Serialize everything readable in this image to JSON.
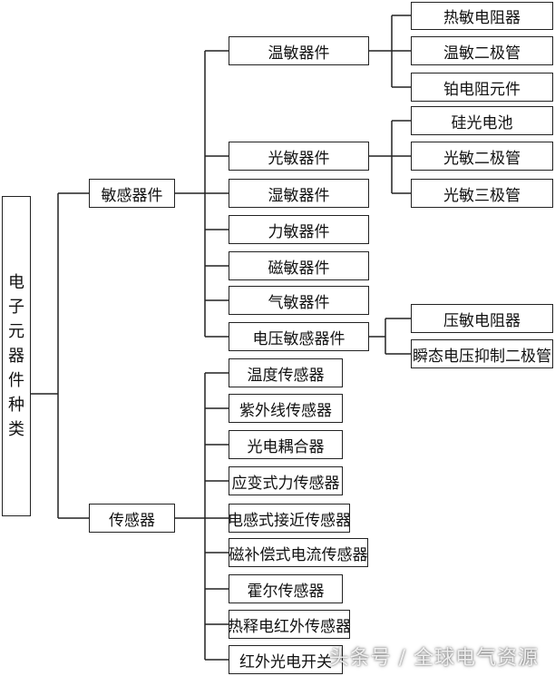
{
  "root": {
    "label": "电子元器件种类"
  },
  "level1": [
    {
      "label": "敏感器件"
    },
    {
      "label": "传感器"
    }
  ],
  "sensitive_devices": [
    {
      "label": "温敏器件",
      "children": [
        "热敏电阻器",
        "温敏二极管",
        "铂电阻元件"
      ]
    },
    {
      "label": "光敏器件",
      "children": [
        "硅光电池",
        "光敏二极管",
        "光敏三极管"
      ]
    },
    {
      "label": "湿敏器件",
      "children": []
    },
    {
      "label": "力敏器件",
      "children": []
    },
    {
      "label": "磁敏器件",
      "children": []
    },
    {
      "label": "气敏器件",
      "children": []
    },
    {
      "label": "电压敏感器件",
      "children": [
        "压敏电阻器",
        "瞬态电压抑制二极管"
      ]
    }
  ],
  "sensors": [
    {
      "label": "温度传感器"
    },
    {
      "label": "紫外线传感器"
    },
    {
      "label": "光电耦合器"
    },
    {
      "label": "应变式力传感器"
    },
    {
      "label": "电感式接近传感器"
    },
    {
      "label": "磁补偿式电流传感器"
    },
    {
      "label": "霍尔传感器"
    },
    {
      "label": "热释电红外传感器"
    },
    {
      "label": "红外光电开关"
    }
  ],
  "watermark": "头条号 / 全球电气资源"
}
